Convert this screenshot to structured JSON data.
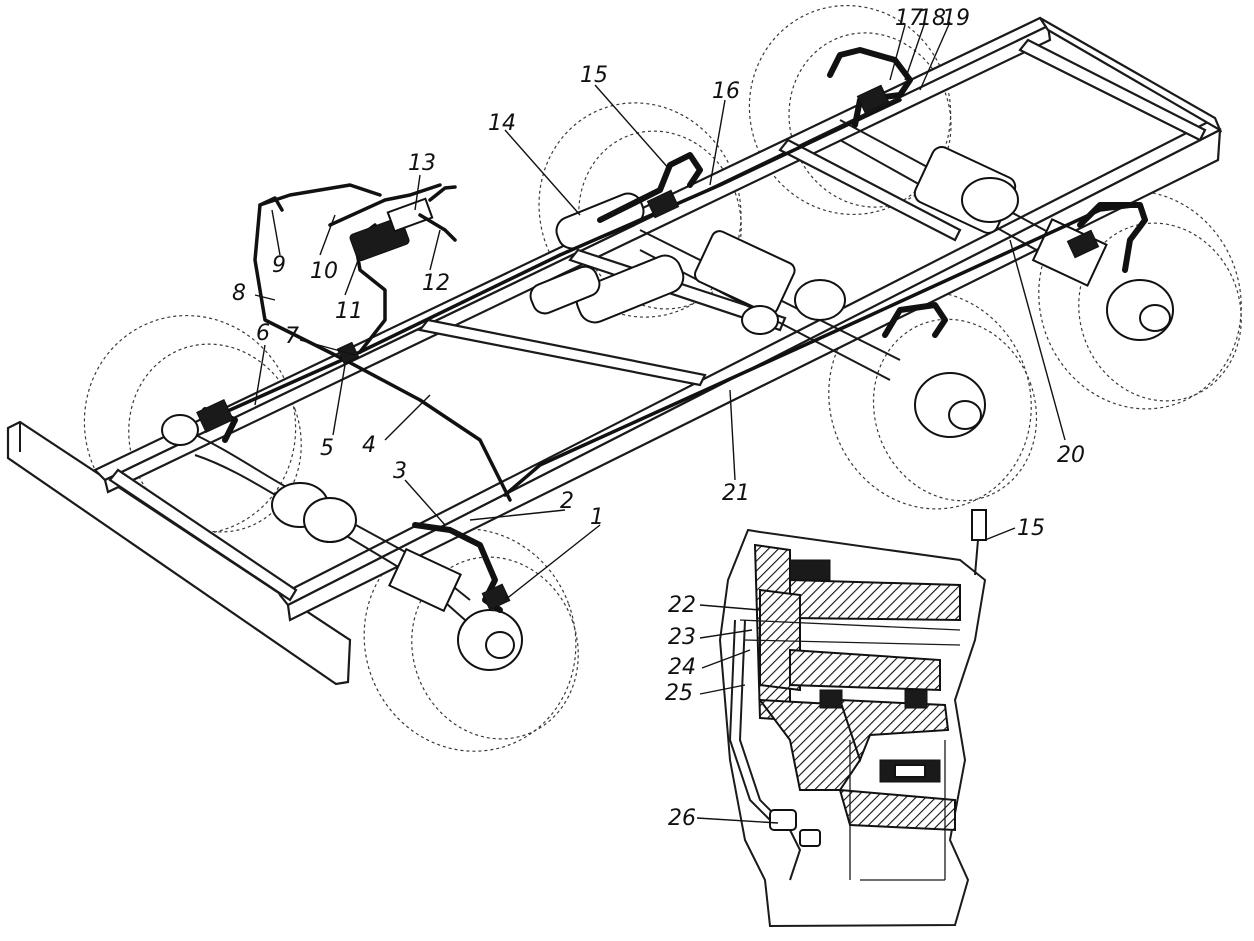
{
  "callouts": {
    "c1": "1",
    "c2": "2",
    "c3": "3",
    "c4": "4",
    "c5": "5",
    "c6": "6",
    "c7": "7",
    "c8": "8",
    "c9": "9",
    "c10": "10",
    "c11": "11",
    "c12": "12",
    "c13": "13",
    "c14": "14",
    "c15": "15",
    "c16": "16",
    "c17": "17",
    "c18": "18",
    "c19": "19",
    "c20": "20",
    "c21": "21",
    "c15b": "15",
    "c22": "22",
    "c23": "23",
    "c24": "24",
    "c25": "25",
    "c26": "26"
  }
}
